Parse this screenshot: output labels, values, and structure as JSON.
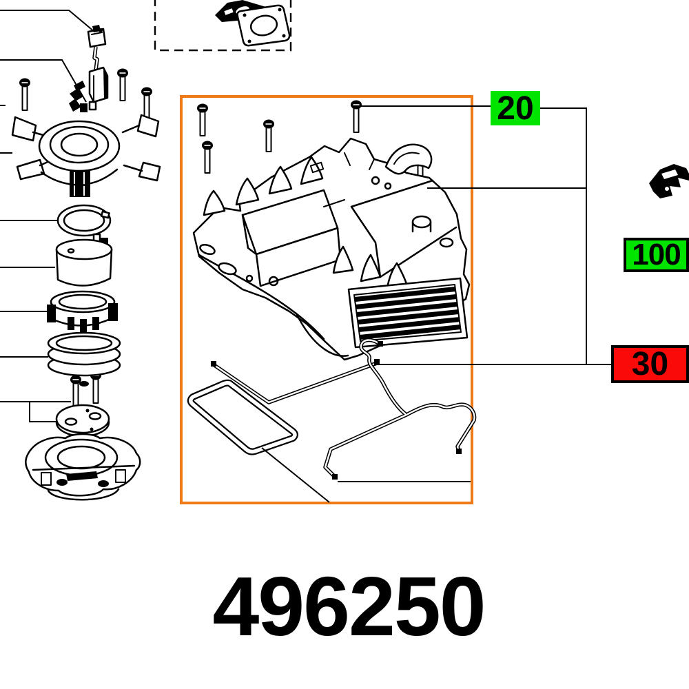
{
  "page": {
    "background": "#ffffff",
    "ink": "#000000"
  },
  "part_number": "496250",
  "highlight_box": {
    "color": "#ee7b17"
  },
  "callouts": {
    "c20": {
      "label": "20",
      "fill": "#00e400",
      "text_color": "#000000",
      "bordered": false
    },
    "c100": {
      "label": "100",
      "fill": "#00e400",
      "text_color": "#000000",
      "bordered": true,
      "border_color": "#000000"
    },
    "c30": {
      "label": "30",
      "fill": "#fb0a0a",
      "text_color": "#000000",
      "bordered": true,
      "border_color": "#000000"
    }
  },
  "parts": {
    "left_assembly": [
      "brush-holder",
      "brush-spring-clip",
      "screws",
      "bearing-flange",
      "sealing-ring",
      "motor",
      "clamping-sleeve",
      "coil-stack",
      "bearing-plate",
      "gear-housing"
    ],
    "highlighted_assembly": [
      "housing-top",
      "vent-grille",
      "screws",
      "frame-gasket",
      "wire-clips"
    ],
    "detail_box_part": "flange-plate",
    "loose_part": "clamp-piece"
  }
}
